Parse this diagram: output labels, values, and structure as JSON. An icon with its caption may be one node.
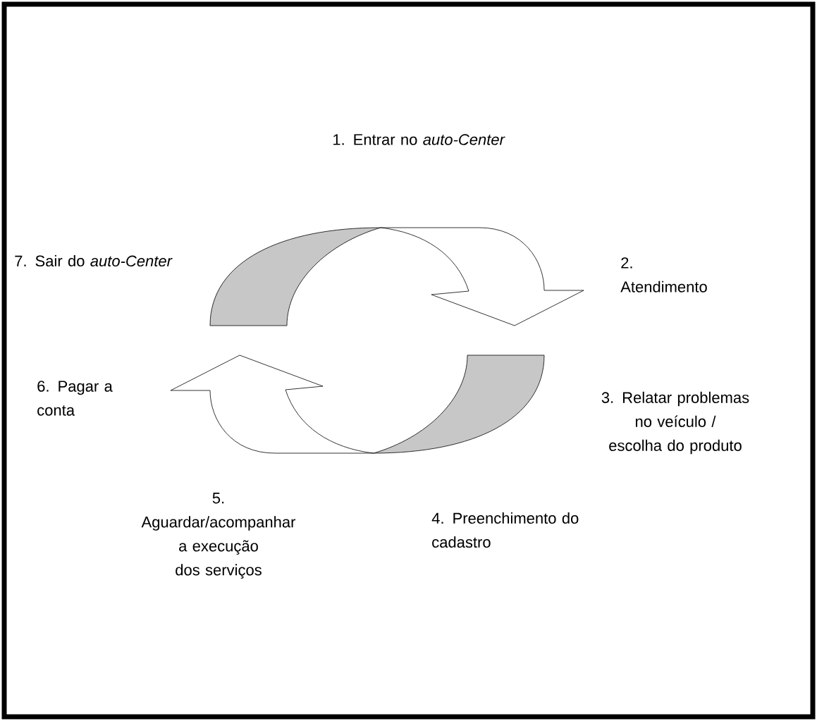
{
  "diagram": {
    "labels": [
      "1. Entrar no *auto-Center*",
      "7. Sair do *auto-Center*",
      "2. Atendimento",
      "6. Pagar a conta",
      "3. Relatar problemas no veículo / escolha do produto",
      "5. Aguardar/acompanhar a execução dos serviços",
      "4. Preenchimento do cadastro"
    ]
  }
}
